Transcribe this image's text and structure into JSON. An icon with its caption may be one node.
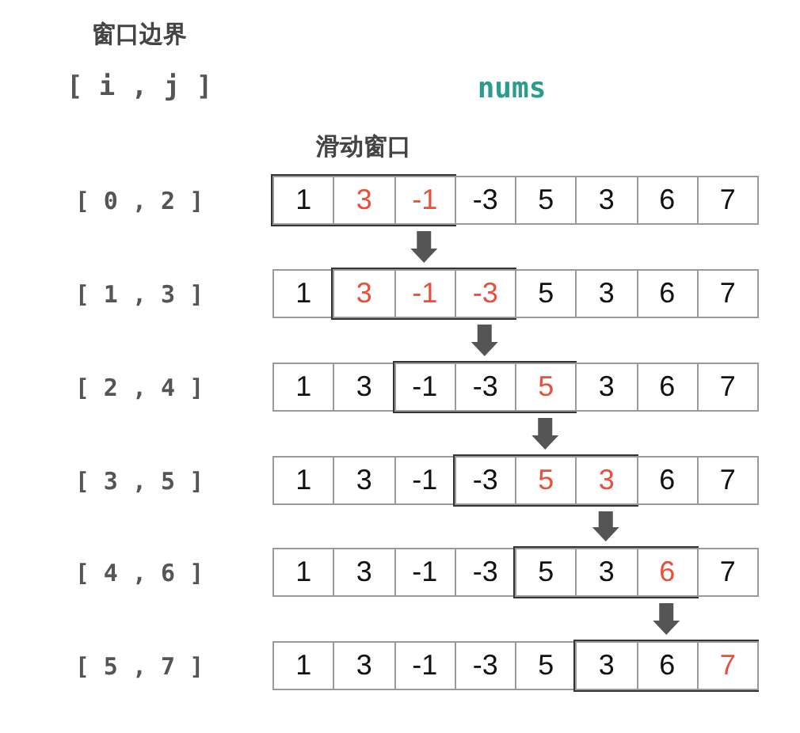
{
  "diagram": {
    "nodes": [
      {
        "text": [],
        "shape": "box",
        "beside": [
          "滑动窗口"
        ]
      },
      {
        "text": [
          "1"
        ],
        "in": 0
      },
      {
        "text": [
          "3"
        ],
        "in": 0
      },
      {
        "text": [
          "-1"
        ],
        "in": 0
      },
      {
        "text": [
          "-3"
        ]
      },
      {
        "text": [
          "5"
        ]
      },
      {
        "text": [
          "3"
        ]
      },
      {
        "text": [
          "6"
        ]
      },
      {
        "text": [
          "7"
        ]
      },
      {
        "text": [],
        "shape": "box"
      },
      {
        "text": [
          "1"
        ]
      },
      {
        "text": [
          "3"
        ],
        "in": 9
      },
      {
        "text": [
          "-1"
        ],
        "in": 9
      },
      {
        "text": [
          "-3"
        ],
        "in": 9
      },
      {
        "text": [
          "5"
        ]
      },
      {
        "text": [
          "3"
        ]
      },
      {
        "text": [
          "6"
        ]
      },
      {
        "text": [
          "7"
        ]
      },
      {
        "text": [],
        "shape": "box"
      },
      {
        "text": [
          "1"
        ]
      },
      {
        "text": [
          "3"
        ]
      },
      {
        "text": [
          "-1"
        ],
        "in": 18
      },
      {
        "text": [
          "-3"
        ],
        "in": 18
      },
      {
        "text": [
          "5"
        ],
        "in": 18
      },
      {
        "text": [
          "3"
        ]
      },
      {
        "text": [
          "6"
        ]
      },
      {
        "text": [
          "7"
        ]
      },
      {
        "text": [],
        "shape": "box"
      },
      {
        "text": [
          "1"
        ]
      },
      {
        "text": [
          "3"
        ]
      },
      {
        "text": [
          "-1"
        ]
      },
      {
        "text": [
          "-3"
        ],
        "in": 27
      },
      {
        "text": [
          "5"
        ],
        "in": 27
      },
      {
        "text": [
          "3"
        ],
        "in": 27
      },
      {
        "text": [
          "6"
        ]
      },
      {
        "text": [
          "7"
        ]
      },
      {
        "text": [],
        "shape": "box"
      },
      {
        "text": [
          "1"
        ]
      },
      {
        "text": [
          "3"
        ]
      },
      {
        "text": [
          "-1"
        ]
      },
      {
        "text": [
          "-3"
        ]
      },
      {
        "text": [
          "5"
        ],
        "in": 36
      },
      {
        "text": [
          "3"
        ],
        "in": 36
      },
      {
        "text": [
          "6"
        ],
        "in": 36
      },
      {
        "text": [
          "7"
        ]
      },
      {
        "text": [],
        "shape": "box"
      },
      {
        "text": [
          "1"
        ]
      },
      {
        "text": [
          "3"
        ]
      },
      {
        "text": [
          "-1"
        ]
      },
      {
        "text": [
          "-3"
        ]
      },
      {
        "text": [
          "5"
        ]
      },
      {
        "text": [
          "3"
        ],
        "in": 45
      },
      {
        "text": [
          "6"
        ],
        "in": 45
      },
      {
        "text": [
          "7"
        ],
        "in": 45
      }
    ],
    "edges": [
      {
        "from": 0,
        "to": 9,
        "arrow": "to"
      },
      {
        "from": 9,
        "to": 18,
        "arrow": "to"
      },
      {
        "from": 18,
        "to": 27,
        "arrow": "to"
      },
      {
        "from": 27,
        "to": 36,
        "arrow": "to"
      },
      {
        "from": 36,
        "to": 45,
        "arrow": "to"
      }
    ],
    "labels": [
      "窗口边界",
      "[ i , j ]",
      "nums",
      "[ 0 , 2 ]",
      "[ 1 , 3 ]",
      "[ 2 , 4 ]",
      "[ 3 , 5 ]",
      "[ 4 , 6 ]",
      "[ 5 , 7 ]"
    ]
  }
}
